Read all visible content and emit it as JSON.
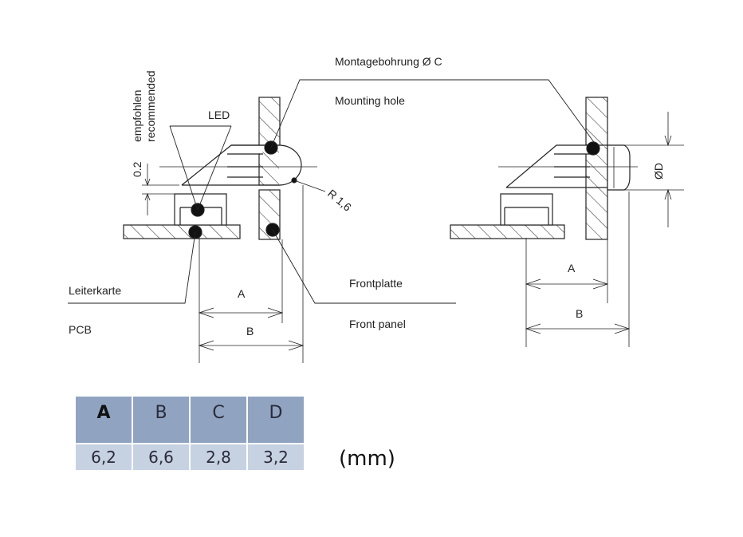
{
  "labels": {
    "montagebohrung": "Montagebohrung Ø C",
    "mounting_hole": "Mounting hole",
    "led": "LED",
    "empfohlen": "empfohlen",
    "recommended": "recommended",
    "gap": "0.2",
    "radius": "R 1,6",
    "leiterkarte": "Leiterkarte",
    "pcb": "PCB",
    "frontplatte": "Frontplatte",
    "front_panel": "Front panel",
    "dim_a": "A",
    "dim_b": "B",
    "dim_d": "ØD"
  },
  "table": {
    "headers": [
      "A",
      "B",
      "C",
      "D"
    ],
    "values": [
      "6,2",
      "6,6",
      "2,8",
      "3,2"
    ],
    "unit": "(mm)"
  }
}
